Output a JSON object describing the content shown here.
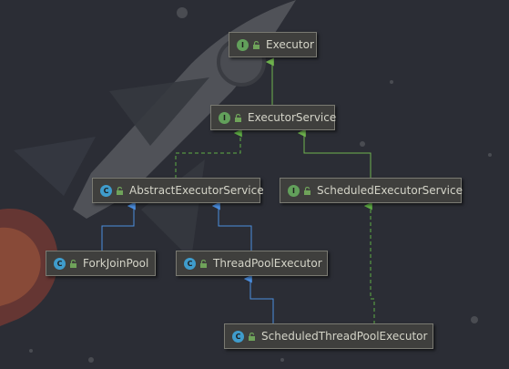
{
  "colors": {
    "background": "#2b2d35",
    "node_fill": "#3f3f3d",
    "node_border": "#7a7a72",
    "interface_badge": "#62a05b",
    "class_badge": "#3f9ccc",
    "lock_icon": "#6fa35a",
    "implements_edge": "#5fae45",
    "extends_interface_edge": "#6fb34e",
    "extends_class_edge": "#4b8fe0"
  },
  "nodes": {
    "executor": {
      "badge": "I",
      "label": "Executor",
      "kind": "interface"
    },
    "executor_service": {
      "badge": "I",
      "label": "ExecutorService",
      "kind": "interface"
    },
    "abstract_executor_service": {
      "badge": "C",
      "label": "AbstractExecutorService",
      "kind": "class"
    },
    "scheduled_executor_service": {
      "badge": "I",
      "label": "ScheduledExecutorService",
      "kind": "interface"
    },
    "fork_join_pool": {
      "badge": "C",
      "label": "ForkJoinPool",
      "kind": "class"
    },
    "thread_pool_executor": {
      "badge": "C",
      "label": "ThreadPoolExecutor",
      "kind": "class"
    },
    "scheduled_thread_pool_executor": {
      "badge": "C",
      "label": "ScheduledThreadPoolExecutor",
      "kind": "class"
    }
  },
  "edges": [
    {
      "from": "executor_service",
      "to": "executor",
      "type": "extends-interface"
    },
    {
      "from": "abstract_executor_service",
      "to": "executor_service",
      "type": "implements"
    },
    {
      "from": "scheduled_executor_service",
      "to": "executor_service",
      "type": "extends-interface"
    },
    {
      "from": "fork_join_pool",
      "to": "abstract_executor_service",
      "type": "extends-class"
    },
    {
      "from": "thread_pool_executor",
      "to": "abstract_executor_service",
      "type": "extends-class"
    },
    {
      "from": "scheduled_thread_pool_executor",
      "to": "thread_pool_executor",
      "type": "extends-class"
    },
    {
      "from": "scheduled_thread_pool_executor",
      "to": "scheduled_executor_service",
      "type": "implements"
    }
  ]
}
